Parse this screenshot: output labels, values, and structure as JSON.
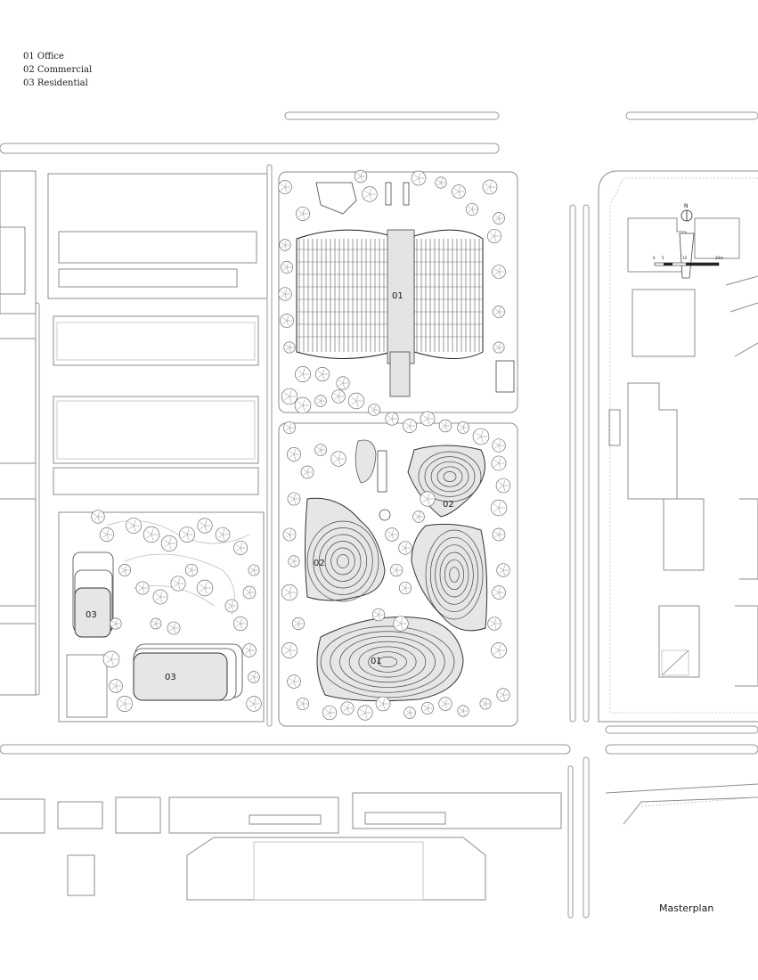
{
  "legend": {
    "items": [
      {
        "label": "01 Office"
      },
      {
        "label": "02 Commercial"
      },
      {
        "label": "03 Residential"
      }
    ]
  },
  "building_labels": {
    "office_north": "01",
    "office_south": "01",
    "commercial_west": "02",
    "commercial_east": "02",
    "residential_small": "03",
    "residential_large": "03"
  },
  "compass": {
    "label": "N"
  },
  "scale_bar": {
    "ticks": [
      "0",
      "5",
      "10",
      "20m"
    ]
  },
  "caption": "Masterplan"
}
